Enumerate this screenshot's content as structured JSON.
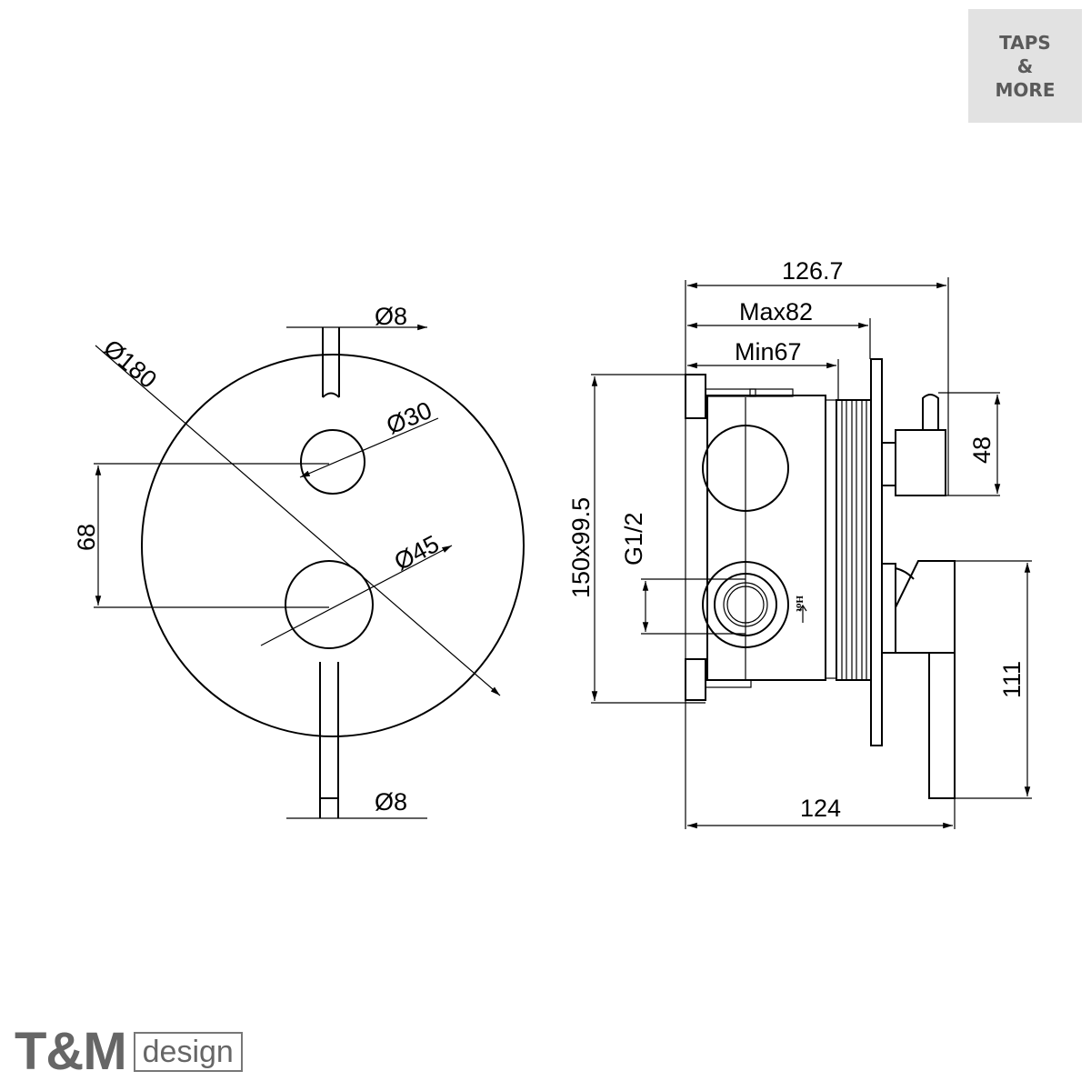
{
  "badge": {
    "line1": "TAPS",
    "line2": "&",
    "line3": "MORE"
  },
  "brand": {
    "name": "T&M",
    "suffix": "design"
  },
  "front_view": {
    "dia_top_stem": "Ø8",
    "dia_plate": "Ø180",
    "dia_small_knob": "Ø30",
    "dia_big_knob": "Ø45",
    "spacing": "68",
    "dia_bottom_stem": "Ø8"
  },
  "side_view": {
    "overall_depth": "126.7",
    "max_depth": "Max82",
    "min_depth": "Min67",
    "box_size": "150x99.5",
    "inlet": "G1/2",
    "hot_label": "Hot",
    "diverter_height": "48",
    "lever_height": "111",
    "lever_depth": "124"
  }
}
